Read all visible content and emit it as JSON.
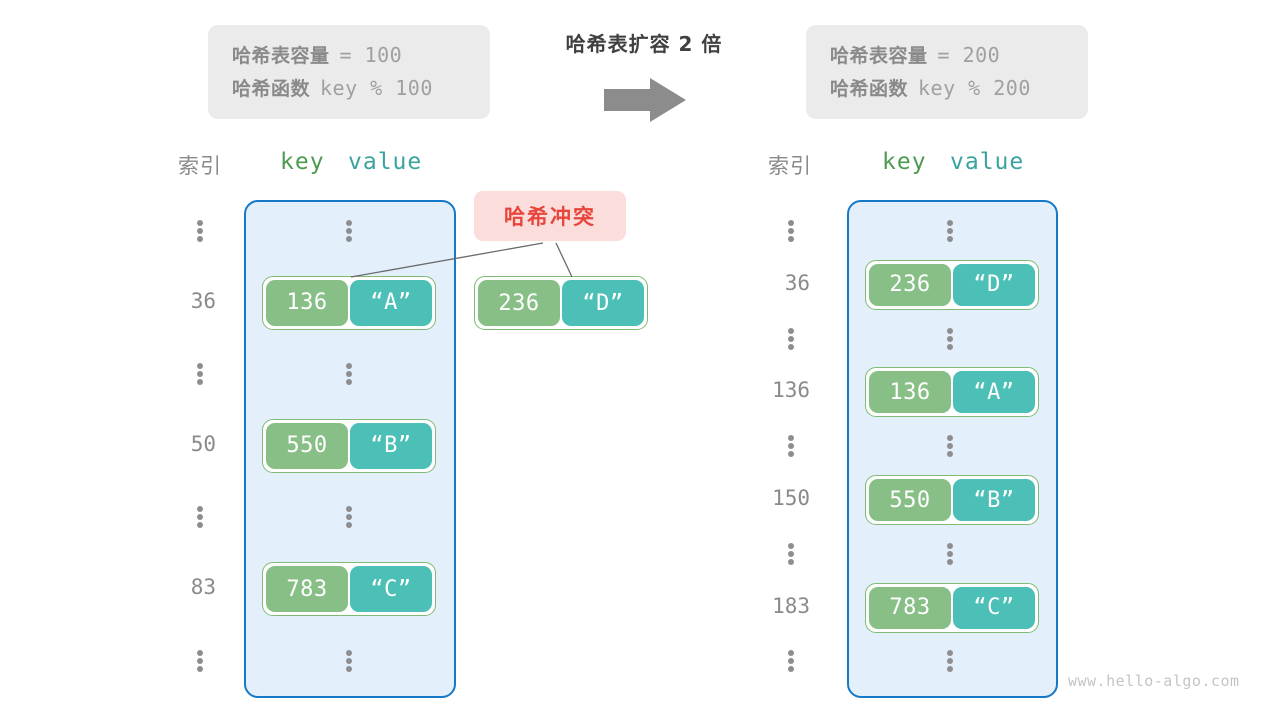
{
  "transform": {
    "title": "哈希表扩容 2 倍",
    "arrow_icon": "right-arrow-icon"
  },
  "before": {
    "capacity_label": "哈希表容量",
    "capacity_expr": "= 100",
    "function_label": "哈希函数",
    "function_expr": "key % 100",
    "index_header": "索引",
    "key_header": "key",
    "value_header": "value",
    "rows": [
      {
        "index": "",
        "dots": true
      },
      {
        "index": "36",
        "key": "136",
        "value": "“A”"
      },
      {
        "index": "",
        "dots": true
      },
      {
        "index": "50",
        "key": "550",
        "value": "“B”"
      },
      {
        "index": "",
        "dots": true
      },
      {
        "index": "83",
        "key": "783",
        "value": "“C”"
      },
      {
        "index": "",
        "dots": true
      }
    ]
  },
  "after": {
    "capacity_label": "哈希表容量",
    "capacity_expr": "= 200",
    "function_label": "哈希函数",
    "function_expr": "key % 200",
    "index_header": "索引",
    "key_header": "key",
    "value_header": "value",
    "rows": [
      {
        "index": "",
        "dots": true
      },
      {
        "index": "36",
        "key": "236",
        "value": "“D”"
      },
      {
        "index": "",
        "dots": true
      },
      {
        "index": "136",
        "key": "136",
        "value": "“A”"
      },
      {
        "index": "",
        "dots": true
      },
      {
        "index": "150",
        "key": "550",
        "value": "“B”"
      },
      {
        "index": "",
        "dots": true
      },
      {
        "index": "183",
        "key": "783",
        "value": "“C”"
      },
      {
        "index": "",
        "dots": true
      }
    ]
  },
  "collision": {
    "badge_label": "哈希冲突",
    "orphan_entry": {
      "key": "236",
      "value": "“D”"
    }
  },
  "watermark": "www.hello-algo.com",
  "colors": {
    "bucket_fill": "#e3effa",
    "bucket_border": "#1579c8",
    "key_cell": "#88bf86",
    "value_cell": "#4cbfb6",
    "entry_border": "#7fbb74",
    "badge_bg": "#fbdedc",
    "badge_text": "#e8453c",
    "info_bg": "#ebebeb",
    "muted_text": "#8a8a8a"
  }
}
